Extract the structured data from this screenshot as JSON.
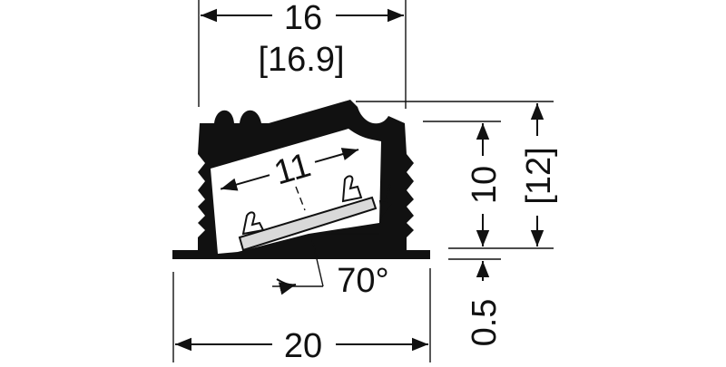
{
  "dimensions": {
    "top_width": "16",
    "top_width_alt": "[16.9]",
    "inner_width": "11",
    "height": "10",
    "height_alt": "[12]",
    "base_offset": "0.5",
    "base_width": "20",
    "angle": "70°"
  },
  "colors": {
    "line": "#111111",
    "profile": "#111111",
    "insert": "#d9d9d9",
    "background": "#ffffff"
  }
}
